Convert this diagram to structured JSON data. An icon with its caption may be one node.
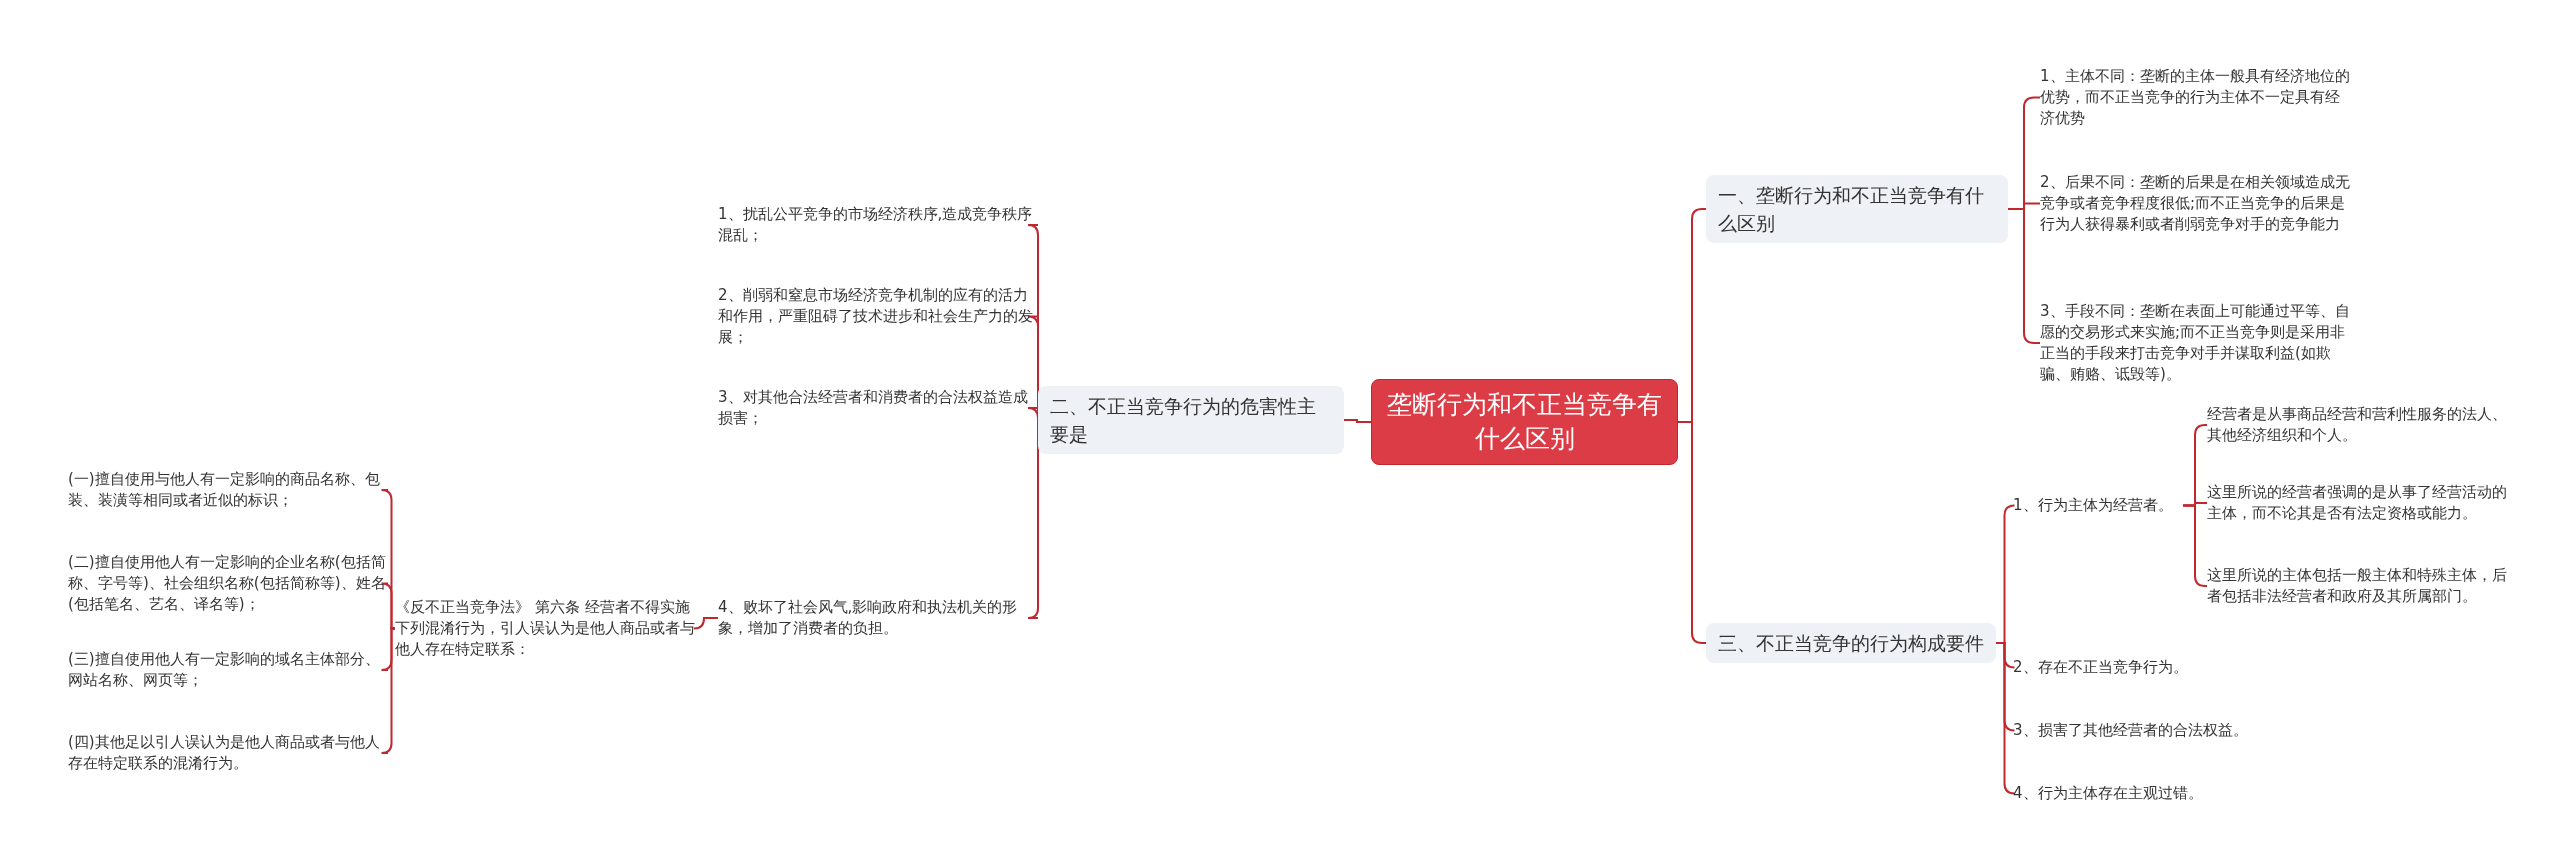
{
  "diagram": {
    "nodes": [
      {
        "text": [
          "垄断行为和不正当竞争有什么区别"
        ]
      },
      {
        "text": [
          "一、垄断行为和不正当竞争有什么区别"
        ]
      },
      {
        "text": [
          "1、主体不同：垄断的主体一般具有经济地位的优势，而不正当竞争的行为主体不一定具有经济优势"
        ]
      },
      {
        "text": [
          "2、后果不同：垄断的后果是在相关领域造成无竞争或者竞争程度很低;而不正当竞争的后果是行为人获得暴利或者削弱竞争对手的竞争能力"
        ]
      },
      {
        "text": [
          "3、手段不同：垄断在表面上可能通过平等、自愿的交易形式来实施;而不正当竞争则是采用非正当的手段来打击竞争对手并谋取利益(如欺骗、贿赂、诋毁等)。"
        ]
      },
      {
        "text": [
          "二、不正当竞争行为的危害性主要是"
        ]
      },
      {
        "text": [
          "1、扰乱公平竞争的市场经济秩序,造成竞争秩序混乱；"
        ]
      },
      {
        "text": [
          "2、削弱和窒息市场经济竞争机制的应有的活力和作用，严重阻碍了技术进步和社会生产力的发展；"
        ]
      },
      {
        "text": [
          "3、对其他合法经营者和消费者的合法权益造成损害；"
        ]
      },
      {
        "text": [
          "4、败坏了社会风气,影响政府和执法机关的形象，增加了消费者的负担。"
        ]
      },
      {
        "text": [
          "《反不正当竞争法》 第六条 经营者不得实施下列混淆行为，引人误认为是他人商品或者与他人存在特定联系："
        ]
      },
      {
        "text": [
          "(一)擅自使用与他人有一定影响的商品名称、包装、装潢等相同或者近似的标识；"
        ]
      },
      {
        "text": [
          "(二)擅自使用他人有一定影响的企业名称(包括简称、字号等)、社会组织名称(包括简称等)、姓名(包括笔名、艺名、译名等)；"
        ]
      },
      {
        "text": [
          "(三)擅自使用他人有一定影响的域名主体部分、网站名称、网页等；"
        ]
      },
      {
        "text": [
          "(四)其他足以引人误认为是他人商品或者与他人存在特定联系的混淆行为。"
        ]
      },
      {
        "text": [
          "三、不正当竞争的行为构成要件"
        ]
      },
      {
        "text": [
          "1、行为主体为经营者。"
        ]
      },
      {
        "text": [
          "经营者是从事商品经营和营利性服务的法人、其他经济组织和个人。"
        ]
      },
      {
        "text": [
          "这里所说的经营者强调的是从事了经营活动的主体，而不论其是否有法定资格或能力。"
        ]
      },
      {
        "text": [
          "这里所说的主体包括一般主体和特殊主体，后者包括非法经营者和政府及其所属部门。"
        ]
      },
      {
        "text": [
          "2、存在不正当竞争行为。"
        ]
      },
      {
        "text": [
          "3、损害了其他经营者的合法权益。"
        ]
      },
      {
        "text": [
          "4、行为主体存在主观过错。"
        ]
      }
    ],
    "edges": [
      {
        "from": 0,
        "to": 1,
        "arrow": "none"
      },
      {
        "from": 0,
        "to": 5,
        "arrow": "none"
      },
      {
        "from": 0,
        "to": 15,
        "arrow": "none"
      },
      {
        "from": 1,
        "to": 2,
        "arrow": "none"
      },
      {
        "from": 1,
        "to": 3,
        "arrow": "none"
      },
      {
        "from": 1,
        "to": 4,
        "arrow": "none"
      },
      {
        "from": 5,
        "to": 6,
        "arrow": "none"
      },
      {
        "from": 5,
        "to": 7,
        "arrow": "none"
      },
      {
        "from": 5,
        "to": 8,
        "arrow": "none"
      },
      {
        "from": 5,
        "to": 9,
        "arrow": "none"
      },
      {
        "from": 9,
        "to": 10,
        "arrow": "none"
      },
      {
        "from": 10,
        "to": 11,
        "arrow": "none"
      },
      {
        "from": 10,
        "to": 12,
        "arrow": "none"
      },
      {
        "from": 10,
        "to": 13,
        "arrow": "none"
      },
      {
        "from": 10,
        "to": 14,
        "arrow": "none"
      },
      {
        "from": 15,
        "to": 16,
        "arrow": "none"
      },
      {
        "from": 15,
        "to": 20,
        "arrow": "none"
      },
      {
        "from": 15,
        "to": 21,
        "arrow": "none"
      },
      {
        "from": 15,
        "to": 22,
        "arrow": "none"
      },
      {
        "from": 16,
        "to": 17,
        "arrow": "none"
      },
      {
        "from": 16,
        "to": 18,
        "arrow": "none"
      },
      {
        "from": 16,
        "to": 19,
        "arrow": "none"
      }
    ]
  }
}
